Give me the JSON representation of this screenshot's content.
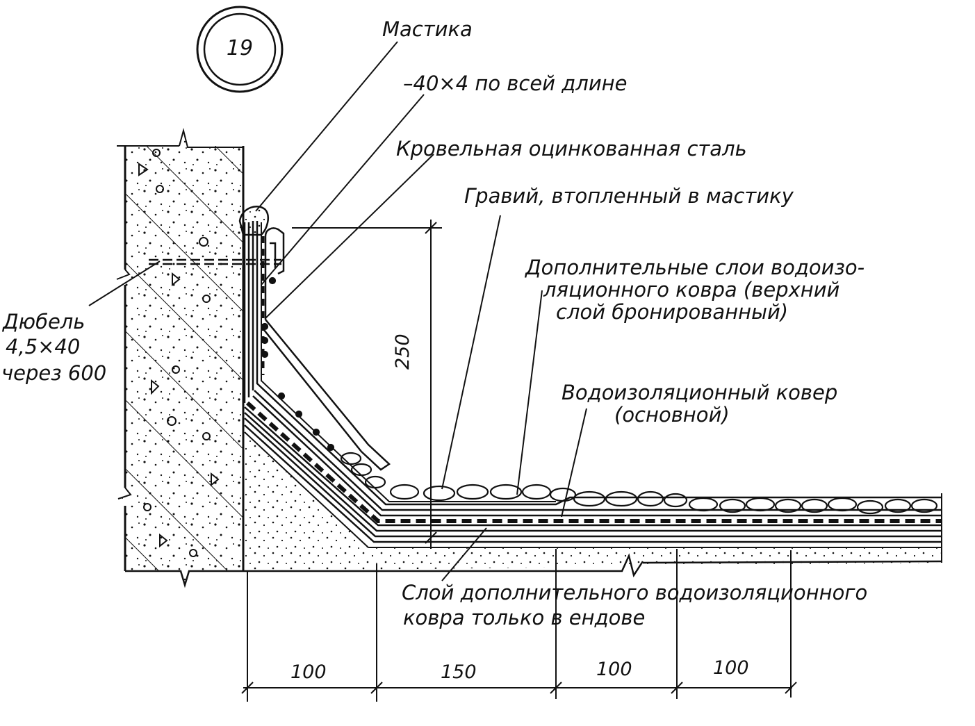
{
  "detail_number": "19",
  "callouts": {
    "mastic": "Мастика",
    "strip": "–40×4 по всей длине",
    "galvanized_steel": "Кровельная оцинкованная сталь",
    "gravel": "Гравий, втопленный в мастику",
    "extra_layers_line1": "Дополнительные слои водоизо-",
    "extra_layers_line2": "ляционного ковра (верхний",
    "extra_layers_line3": "слой бронированный)",
    "main_carpet_line1": "Водоизоляционный ковер",
    "main_carpet_line2": "(основной)",
    "dowel_line1": "Дюбель",
    "dowel_line2": "4,5×40",
    "dowel_line3": "через 600",
    "valley_layer_line1": "Слой дополнительного водоизоляционного",
    "valley_layer_line2": "ковра только в ендове"
  },
  "dimensions": {
    "height": "250",
    "d1": "100",
    "d2": "150",
    "d3": "100",
    "d4": "100"
  },
  "colors": {
    "ink": "#111111",
    "paper": "#ffffff"
  }
}
